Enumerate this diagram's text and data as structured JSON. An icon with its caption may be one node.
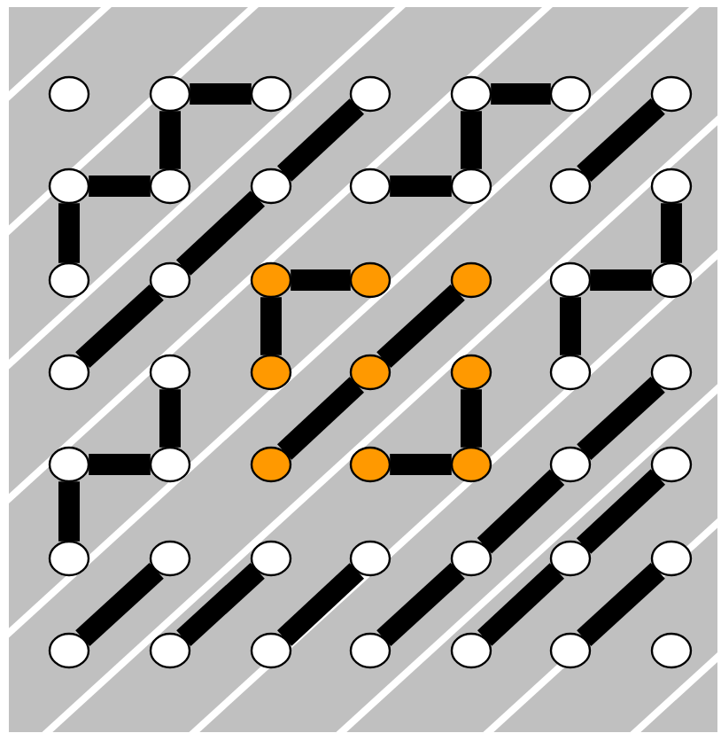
{
  "diagram": {
    "nodes": [
      {
        "text": [],
        "shape": "circle"
      },
      {
        "text": [],
        "shape": "circle"
      },
      {
        "text": [],
        "shape": "circle"
      },
      {
        "text": [],
        "shape": "circle"
      },
      {
        "text": [],
        "shape": "circle"
      },
      {
        "text": [],
        "shape": "circle"
      },
      {
        "text": [],
        "shape": "circle"
      },
      {
        "text": [],
        "shape": "circle"
      },
      {
        "text": [],
        "shape": "circle"
      },
      {
        "text": [],
        "shape": "circle"
      },
      {
        "text": [],
        "shape": "circle"
      },
      {
        "text": [],
        "shape": "circle"
      },
      {
        "text": [],
        "shape": "circle"
      },
      {
        "text": [],
        "shape": "circle"
      },
      {
        "text": [],
        "shape": "circle"
      },
      {
        "text": [],
        "shape": "circle"
      },
      {
        "text": [],
        "shape": "circle"
      },
      {
        "text": [],
        "shape": "circle"
      },
      {
        "text": [],
        "shape": "circle"
      },
      {
        "text": [],
        "shape": "circle"
      },
      {
        "text": [],
        "shape": "circle"
      },
      {
        "text": [],
        "shape": "circle"
      },
      {
        "text": [],
        "shape": "circle"
      },
      {
        "text": [],
        "shape": "circle"
      },
      {
        "text": [],
        "shape": "circle"
      },
      {
        "text": [],
        "shape": "circle"
      },
      {
        "text": [],
        "shape": "circle"
      },
      {
        "text": [],
        "shape": "circle"
      },
      {
        "text": [],
        "shape": "circle"
      },
      {
        "text": [],
        "shape": "circle"
      },
      {
        "text": [],
        "shape": "circle"
      },
      {
        "text": [],
        "shape": "circle"
      },
      {
        "text": [],
        "shape": "circle"
      },
      {
        "text": [],
        "shape": "circle"
      },
      {
        "text": [],
        "shape": "circle"
      },
      {
        "text": [],
        "shape": "circle"
      },
      {
        "text": [],
        "shape": "circle"
      },
      {
        "text": [],
        "shape": "circle"
      },
      {
        "text": [],
        "shape": "circle"
      },
      {
        "text": [],
        "shape": "circle"
      },
      {
        "text": [],
        "shape": "circle"
      },
      {
        "text": [],
        "shape": "circle"
      },
      {
        "text": [],
        "shape": "circle"
      },
      {
        "text": [],
        "shape": "circle"
      },
      {
        "text": [],
        "shape": "circle"
      },
      {
        "text": [],
        "shape": "circle"
      },
      {
        "text": [],
        "shape": "circle"
      },
      {
        "text": [],
        "shape": "circle"
      },
      {
        "text": [],
        "shape": "circle"
      }
    ],
    "edges": [
      {
        "from": 1,
        "to": 2,
        "arrow": "none"
      },
      {
        "from": 1,
        "to": 8,
        "arrow": "none"
      },
      {
        "from": 7,
        "to": 8,
        "arrow": "none"
      },
      {
        "from": 7,
        "to": 14,
        "arrow": "none"
      },
      {
        "from": 3,
        "to": 9,
        "arrow": "none"
      },
      {
        "from": 9,
        "to": 15,
        "arrow": "none"
      },
      {
        "from": 15,
        "to": 21,
        "arrow": "none"
      },
      {
        "from": 4,
        "to": 5,
        "arrow": "none"
      },
      {
        "from": 4,
        "to": 11,
        "arrow": "none"
      },
      {
        "from": 10,
        "to": 11,
        "arrow": "none"
      },
      {
        "from": 6,
        "to": 12,
        "arrow": "none"
      },
      {
        "from": 13,
        "to": 20,
        "arrow": "none"
      },
      {
        "from": 19,
        "to": 20,
        "arrow": "none"
      },
      {
        "from": 19,
        "to": 26,
        "arrow": "none"
      },
      {
        "from": 16,
        "to": 17,
        "arrow": "none"
      },
      {
        "from": 16,
        "to": 23,
        "arrow": "none"
      },
      {
        "from": 18,
        "to": 24,
        "arrow": "none"
      },
      {
        "from": 24,
        "to": 30,
        "arrow": "none"
      },
      {
        "from": 25,
        "to": 32,
        "arrow": "none"
      },
      {
        "from": 31,
        "to": 32,
        "arrow": "none"
      },
      {
        "from": 22,
        "to": 29,
        "arrow": "none"
      },
      {
        "from": 28,
        "to": 29,
        "arrow": "none"
      },
      {
        "from": 28,
        "to": 35,
        "arrow": "none"
      },
      {
        "from": 36,
        "to": 42,
        "arrow": "none"
      },
      {
        "from": 37,
        "to": 43,
        "arrow": "none"
      },
      {
        "from": 38,
        "to": 44,
        "arrow": "none"
      },
      {
        "from": 27,
        "to": 33,
        "arrow": "none"
      },
      {
        "from": 33,
        "to": 39,
        "arrow": "none"
      },
      {
        "from": 39,
        "to": 45,
        "arrow": "none"
      },
      {
        "from": 34,
        "to": 40,
        "arrow": "none"
      },
      {
        "from": 40,
        "to": 46,
        "arrow": "none"
      },
      {
        "from": 41,
        "to": 47,
        "arrow": "none"
      }
    ]
  }
}
